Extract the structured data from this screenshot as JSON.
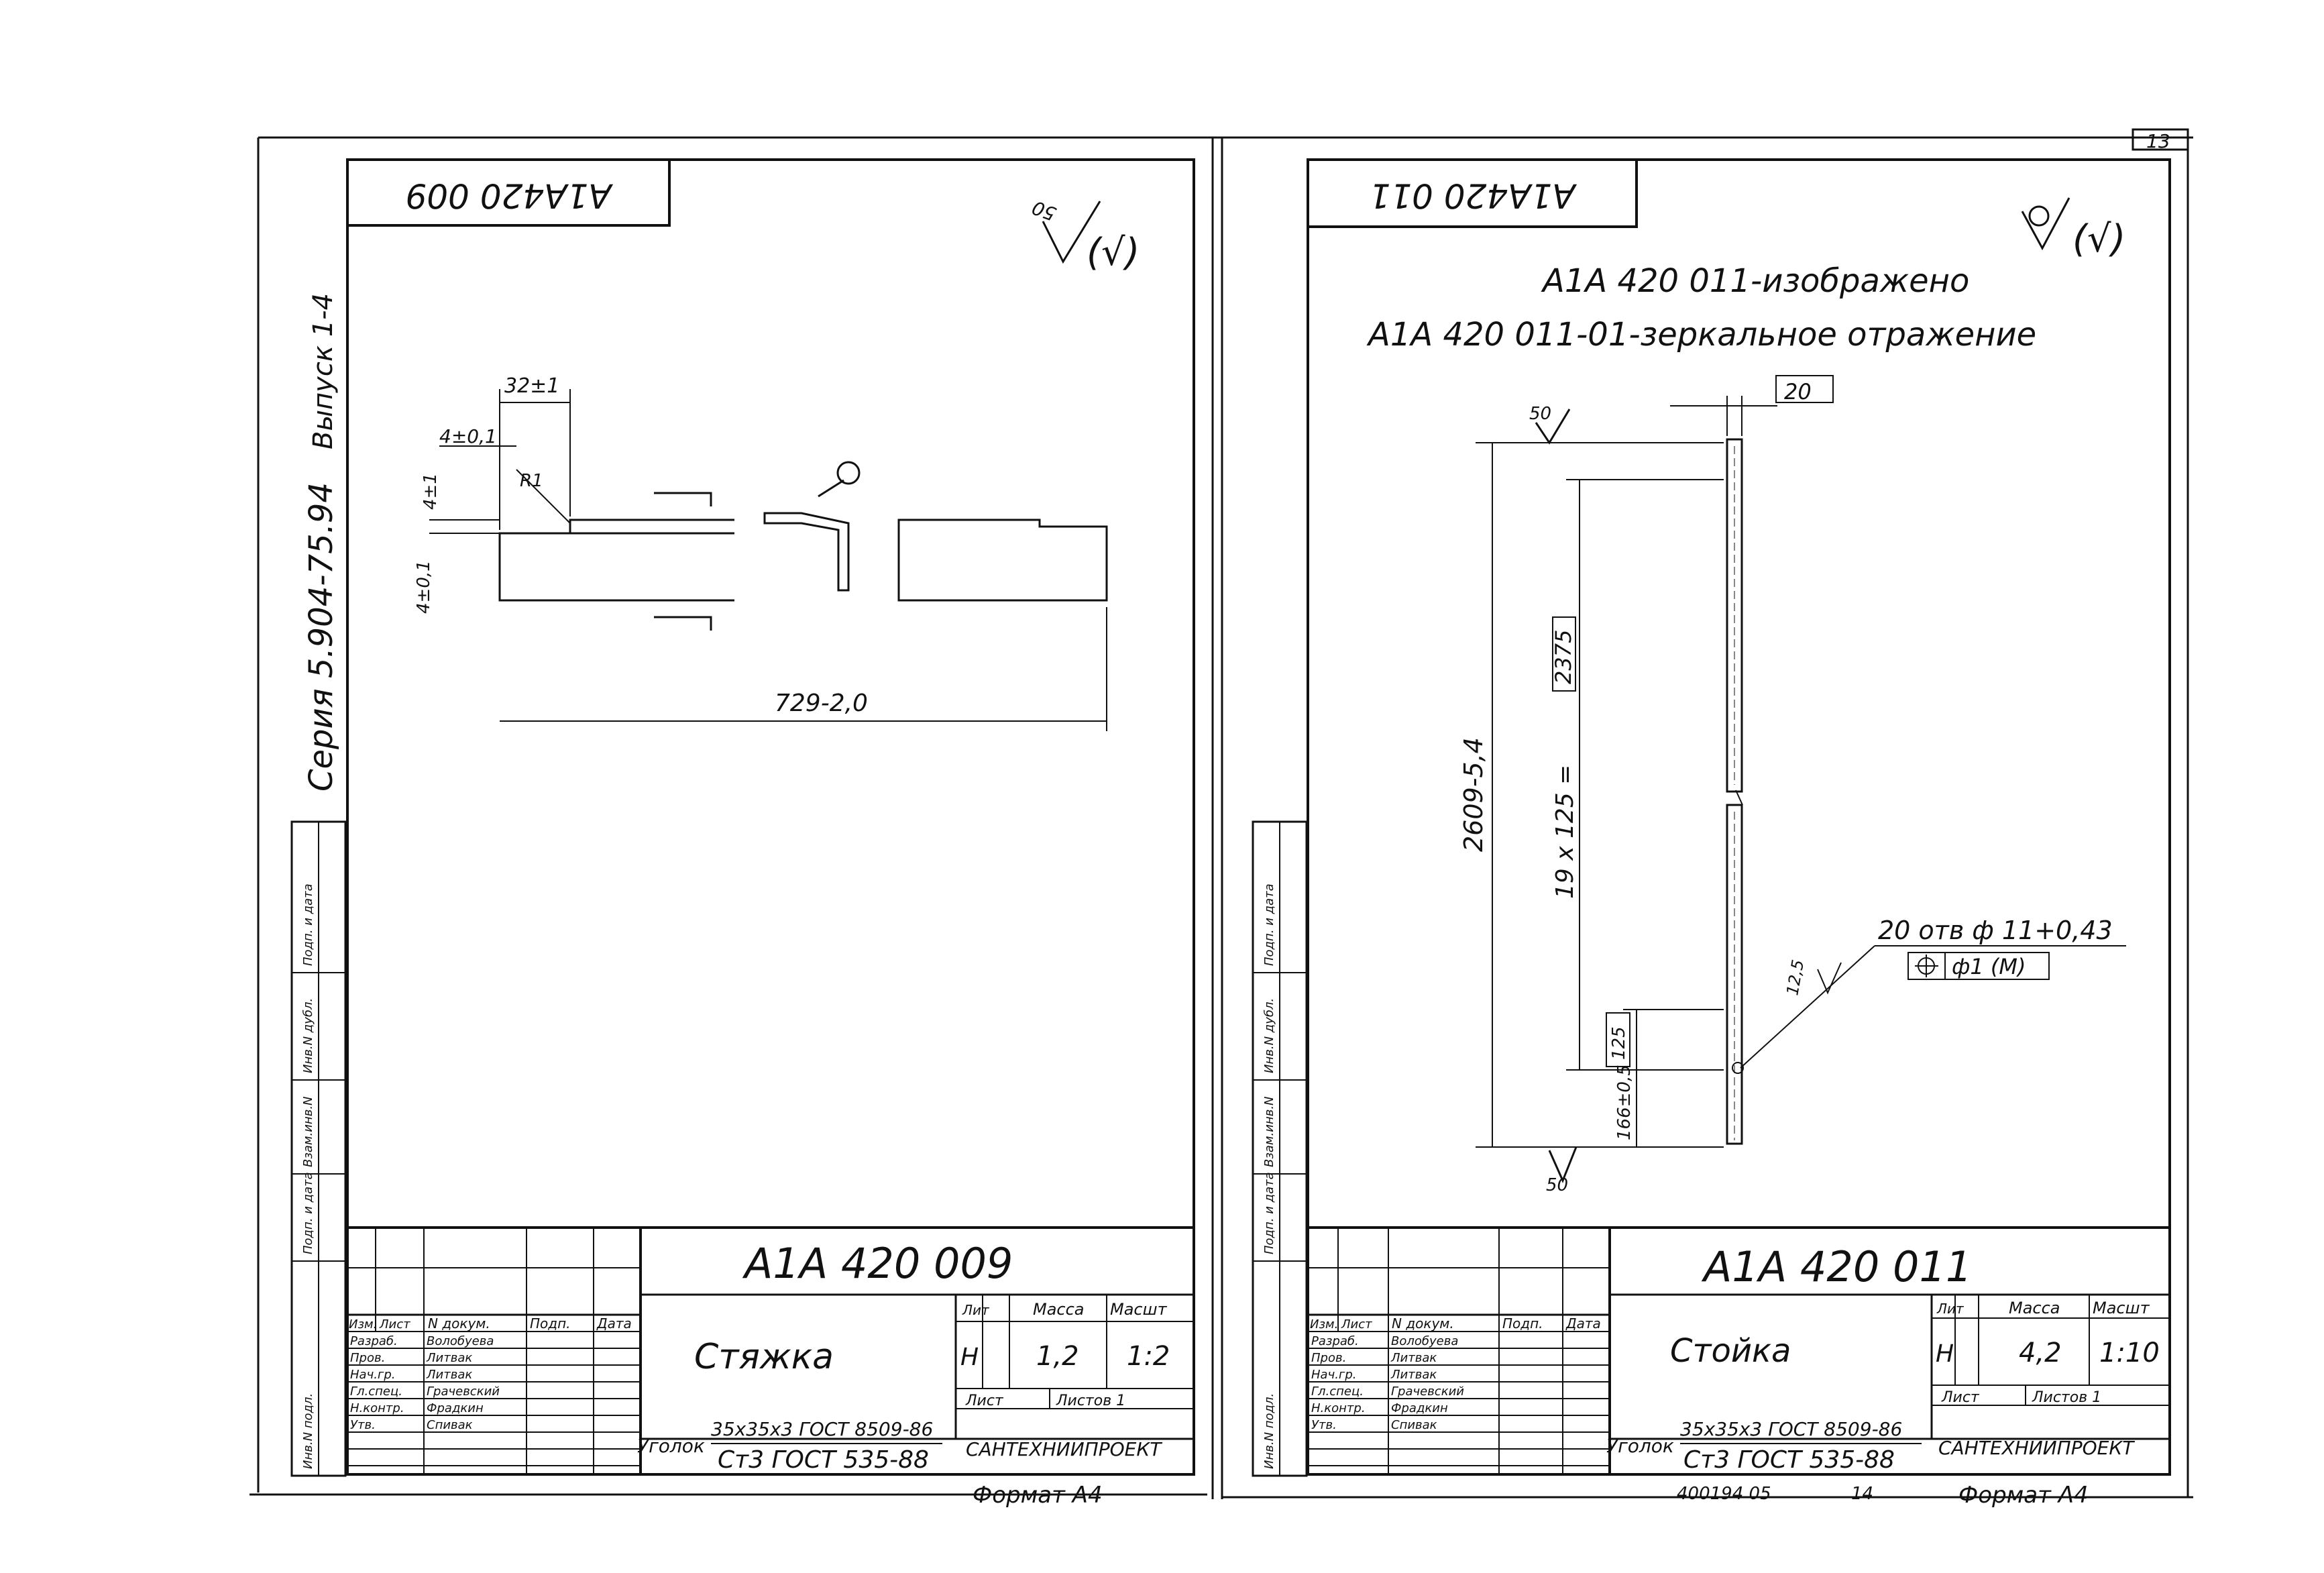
{
  "page_number": "13",
  "left_sheet": {
    "code_stamp": "A1A420 009",
    "roughness_value": "50",
    "roughness_paren": "(√)",
    "series_note": "Серия 5.904-75.94",
    "issue_note": "Выпуск 1-4",
    "dims": {
      "d32": "32±1",
      "d4a": "4±0,1",
      "r1": "R1",
      "d4b": "4±1",
      "d4c": "4±0,1",
      "d729": "729-2,0"
    },
    "side_labels": [
      "Инв.N подл.",
      "Подп. и дата",
      "Взам.инв.N",
      "Инв.N дубл.",
      "Подп. и дата"
    ],
    "title_block": {
      "designation": "A1A 420 009",
      "name": "Стяжка",
      "lit_header": "Лит",
      "mass_header": "Масса",
      "scale_header": "Масшт",
      "lit": "Н",
      "mass": "1,2",
      "scale": "1:2",
      "sheet_label": "Лист",
      "sheets_label": "Листов 1",
      "material_prefix": "Уголок",
      "material_top": "35x35x3 ГОСТ 8509-86",
      "material_bottom": "Ст3 ГОСТ 535-88",
      "org": "САНТЕХНИИПРОЕКТ",
      "format": "Формат А4",
      "rev_headers": [
        "Изм.",
        "Лист",
        "N докум.",
        "Подп.",
        "Дата"
      ],
      "staff": [
        {
          "role": "Разраб.",
          "name": "Волобуева"
        },
        {
          "role": "Пров.",
          "name": "Литвак"
        },
        {
          "role": "Нач.гр.",
          "name": "Литвак"
        },
        {
          "role": "Гл.спец.",
          "name": "Грачевский"
        },
        {
          "role": "Н.контр.",
          "name": "Фрадкин"
        },
        {
          "role": "Утв.",
          "name": "Спивак"
        }
      ]
    }
  },
  "right_sheet": {
    "code_stamp": "A1A420 011",
    "roughness_paren": "(√)",
    "note_line1": "A1A 420 011-изображено",
    "note_line2": "A1A 420 011-01-зеркальное отражение",
    "dims": {
      "r50_top": "50",
      "r50_bot": "50",
      "d20": "20",
      "d2609": "2609-5,4",
      "d19x125": "19 x 125 =",
      "d2375": "2375",
      "d125": "125",
      "d166": "166±0,5",
      "holes": "20 отв ф 11+0,43",
      "position_tol": "ф1 (М)",
      "roughness_hole": "12,5"
    },
    "side_labels": [
      "Инв.N подл.",
      "Подп. и дата",
      "Взам.инв.N",
      "Инв.N дубл.",
      "Подп. и дата"
    ],
    "title_block": {
      "designation": "A1A 420 011",
      "name": "Стойка",
      "lit_header": "Лит",
      "mass_header": "Масса",
      "scale_header": "Масшт",
      "lit": "Н",
      "mass": "4,2",
      "scale": "1:10",
      "sheet_label": "Лист",
      "sheets_label": "Листов 1",
      "material_prefix": "Уголок",
      "material_top": "35x35x3 ГОСТ 8509-86",
      "material_bottom": "Ст3 ГОСТ 535-88",
      "org": "САНТЕХНИИПРОЕКТ",
      "footer_code": "400194 05",
      "footer_num": "14",
      "format": "Формат А4",
      "rev_headers": [
        "Изм.",
        "Лист",
        "N докум.",
        "Подп.",
        "Дата"
      ],
      "staff": [
        {
          "role": "Разраб.",
          "name": "Волобуева"
        },
        {
          "role": "Пров.",
          "name": "Литвак"
        },
        {
          "role": "Нач.гр.",
          "name": "Литвак"
        },
        {
          "role": "Гл.спец.",
          "name": "Грачевский"
        },
        {
          "role": "Н.контр.",
          "name": "Фрадкин"
        },
        {
          "role": "Утв.",
          "name": "Спивак"
        }
      ]
    }
  }
}
